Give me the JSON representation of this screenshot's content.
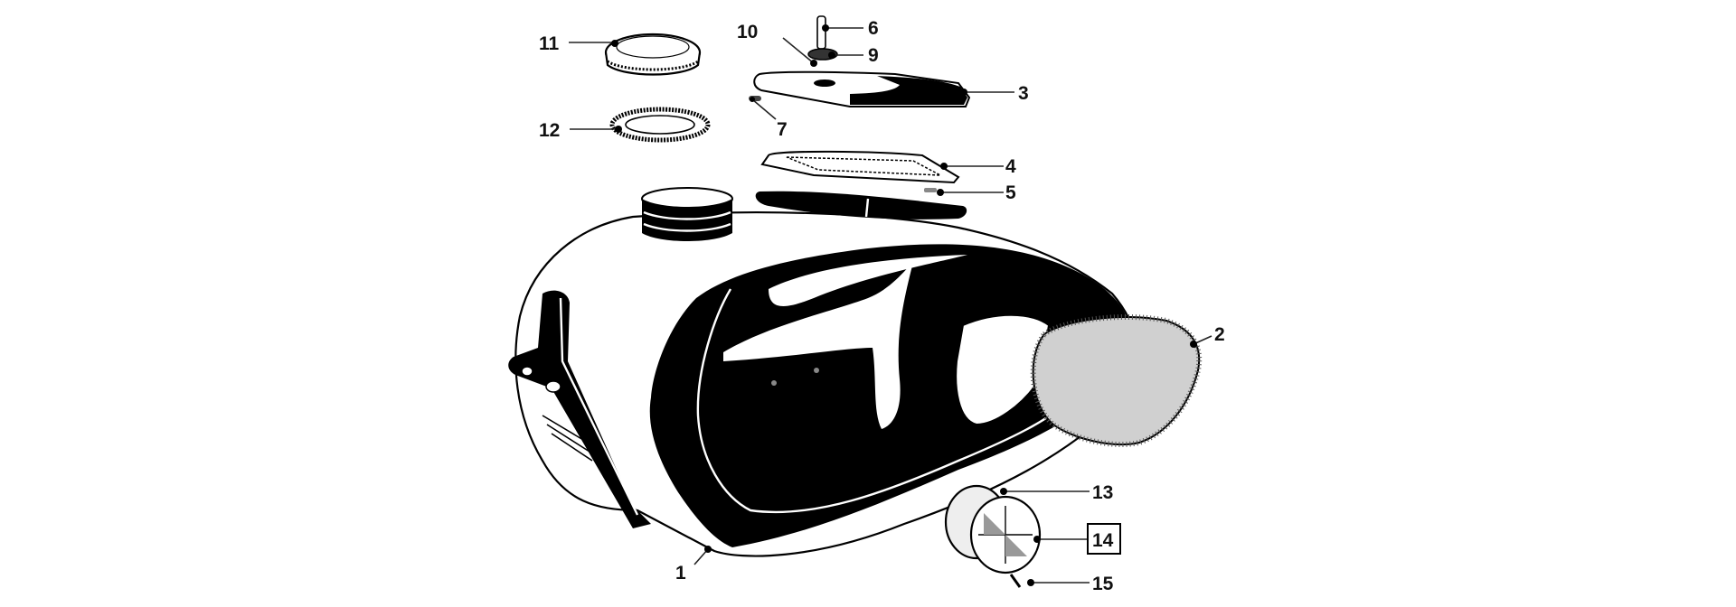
{
  "diagram": {
    "subject": "Fuel tank exploded parts diagram",
    "background": "#ffffff",
    "ink_color": "#000000",
    "highlighted_callout": "14",
    "callouts": [
      {
        "id": "1",
        "label": "1",
        "part": "fuel-tank"
      },
      {
        "id": "2",
        "label": "2",
        "part": "knee-pad"
      },
      {
        "id": "3",
        "label": "3",
        "part": "tank-cover-plate"
      },
      {
        "id": "4",
        "label": "4",
        "part": "cover-gasket"
      },
      {
        "id": "5",
        "label": "5",
        "part": "small-screw"
      },
      {
        "id": "6",
        "label": "6",
        "part": "bolt"
      },
      {
        "id": "7",
        "label": "7",
        "part": "pin"
      },
      {
        "id": "9",
        "label": "9",
        "part": "washer"
      },
      {
        "id": "10",
        "label": "10",
        "part": "nut"
      },
      {
        "id": "11",
        "label": "11",
        "part": "filler-cap"
      },
      {
        "id": "12",
        "label": "12",
        "part": "cap-seal-ring"
      },
      {
        "id": "13",
        "label": "13",
        "part": "emblem-gasket"
      },
      {
        "id": "14",
        "label": "14",
        "part": "tank-emblem"
      },
      {
        "id": "15",
        "label": "15",
        "part": "emblem-screw"
      }
    ]
  }
}
